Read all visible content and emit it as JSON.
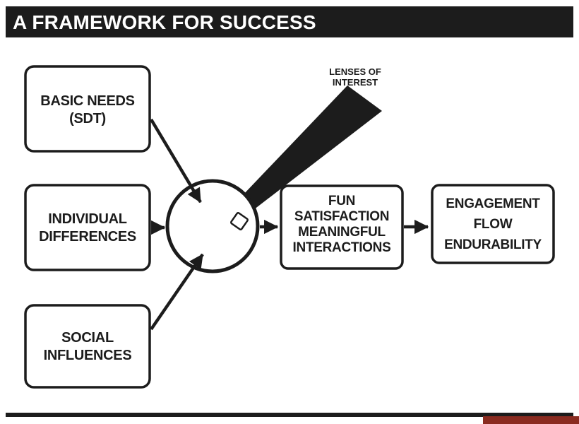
{
  "slide": {
    "title": "A FRAMEWORK FOR SUCCESS"
  },
  "inputs": {
    "basic_needs": {
      "lines": [
        "BASIC NEEDS",
        "(SDT)"
      ]
    },
    "individual_differences": {
      "lines": [
        "INDIVIDUAL",
        "DIFFERENCES"
      ]
    },
    "social_influences": {
      "lines": [
        "SOCIAL",
        "INFLUENCES"
      ]
    }
  },
  "lens": {
    "label": {
      "lines": [
        "LENSES OF",
        "INTEREST"
      ]
    }
  },
  "outcomes": {
    "experience": {
      "lines": [
        "FUN",
        "SATISFACTION",
        "MEANINGFUL",
        "INTERACTIONS"
      ]
    },
    "results": {
      "lines": [
        "ENGAGEMENT",
        "FLOW",
        "ENDURABILITY"
      ]
    }
  },
  "colors": {
    "ink": "#1c1c1c",
    "background": "#ffffff",
    "accent_red": "#8a2b20"
  }
}
